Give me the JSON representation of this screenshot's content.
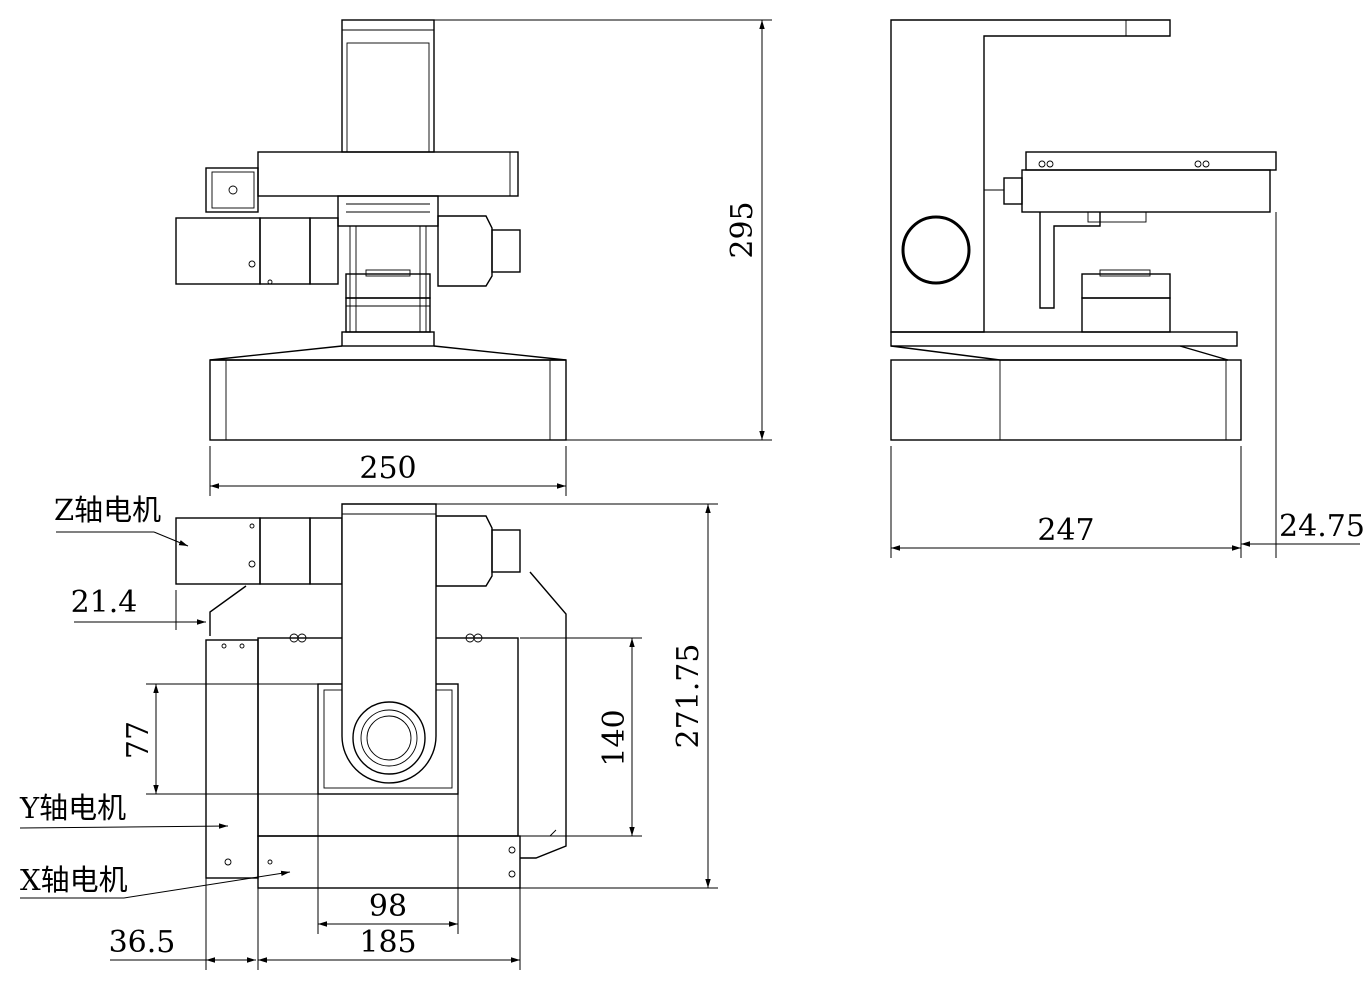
{
  "dimensions": {
    "height_total": "295",
    "width_front": "250",
    "width_side": "247",
    "offset_side": "24.75",
    "z_motor_offset": "21.4",
    "plan_height": "271.75",
    "travel_y": "140",
    "stage_y": "77",
    "stage_x": "98",
    "travel_x": "185",
    "y_motor_width": "36.5"
  },
  "labels": {
    "z_motor": "Z轴电机",
    "y_motor": "Y轴电机",
    "x_motor": "X轴电机"
  }
}
